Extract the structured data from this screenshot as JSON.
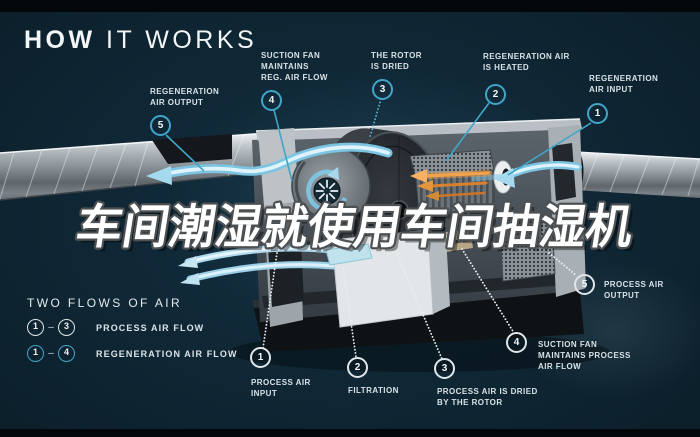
{
  "title": {
    "bold": "HOW",
    "rest": " IT WORKS"
  },
  "watermark": "车间潮湿就使用车间抽湿机",
  "legend": {
    "title": "TWO FLOWS OF AIR",
    "rows": [
      {
        "start": "1",
        "dash": "–",
        "end": "3",
        "label": "PROCESS AIR FLOW"
      },
      {
        "start": "1",
        "dash": "–",
        "end": "4",
        "label": "REGENERATION AIR FLOW"
      }
    ]
  },
  "callouts": {
    "regen": [
      {
        "num": "1",
        "label": "REGENERATION\nAIR INPUT"
      },
      {
        "num": "2",
        "label": "REGENERATION AIR\nIS HEATED"
      },
      {
        "num": "3",
        "label": "THE ROTOR\nIS DRIED"
      },
      {
        "num": "4",
        "label": "SUCTION FAN\nMAINTAINS\nREG. AIR FLOW"
      },
      {
        "num": "5",
        "label": "REGENERATION\nAIR OUTPUT"
      }
    ],
    "process": [
      {
        "num": "1",
        "label": "PROCESS AIR\nINPUT"
      },
      {
        "num": "2",
        "label": "FILTRATION"
      },
      {
        "num": "3",
        "label": "PROCESS AIR IS DRIED\nBY THE ROTOR"
      },
      {
        "num": "4",
        "label": "SUCTION FAN\nMAINTAINS PROCESS\nAIR FLOW"
      },
      {
        "num": "5",
        "label": "PROCESS AIR\nOUTPUT"
      }
    ]
  },
  "colors": {
    "background": "#0f2634",
    "accent_cyan": "#41a5c9",
    "circle_white": "#dfe7ea",
    "flow_blue": "#9fd4e8",
    "heater_orange": "#e8923e"
  }
}
